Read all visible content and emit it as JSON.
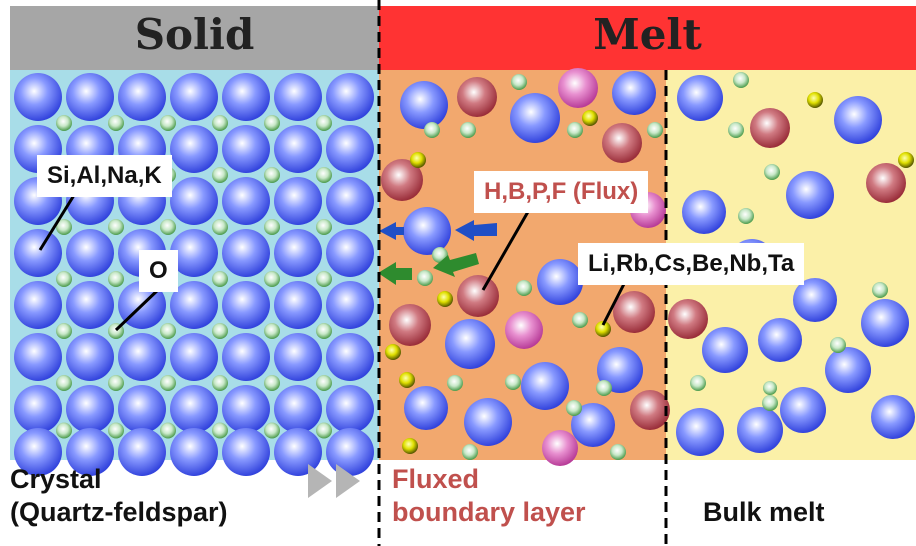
{
  "headers": {
    "solid": "Solid",
    "melt": "Melt"
  },
  "labels": {
    "major_cations": "Si,Al,Na,K",
    "oxygen": "O",
    "flux": "H,B,P,F (Flux)",
    "trace_elements": "Li,Rb,Cs,Be,Nb,Ta"
  },
  "zones": {
    "crystal_line1": "Crystal",
    "crystal_line2": "(Quartz-feldspar)",
    "boundary_line1": "Fluxed",
    "boundary_line2": "boundary layer",
    "bulk": "Bulk melt"
  },
  "colors": {
    "solid_header": "#a6a6a6",
    "melt_header": "#ff3333",
    "solid_bg": "#a8dde8",
    "boundary_bg": "#f2a86e",
    "bulk_bg": "#fbf0a8",
    "flux_text": "#c0504d",
    "large_ion": "#3344dd",
    "flux_ion": "#b0484e",
    "pink_ion": "#d64ea8",
    "oxygen": "#6fb56f",
    "trace_ion": "#c6c600",
    "arrow_blue": "#1f4fc6",
    "arrow_green": "#2e8b2e",
    "chevron": "#b5b5b5"
  }
}
